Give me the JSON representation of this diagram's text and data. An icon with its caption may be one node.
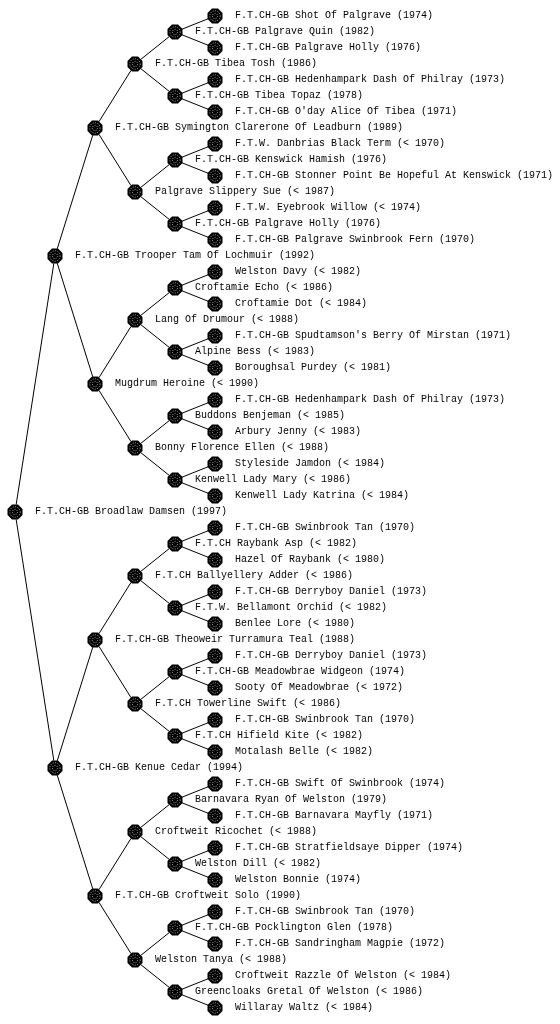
{
  "diagram": {
    "nodes": [
      {
        "text": [
          "F.T.CH-GB Shot Of Palgrave (1974)"
        ]
      },
      {
        "text": [
          "F.T.CH-GB Palgrave Quin (1982)"
        ]
      },
      {
        "text": [
          "F.T.CH-GB Palgrave Holly (1976)"
        ]
      },
      {
        "text": [
          "F.T.CH-GB Tibea Tosh (1986)"
        ]
      },
      {
        "text": [
          "F.T.CH-GB Hedenhampark Dash Of Philray (1973)"
        ]
      },
      {
        "text": [
          "F.T.CH-GB Tibea Topaz (1978)"
        ]
      },
      {
        "text": [
          "F.T.CH-GB O'day Alice Of Tibea (1971)"
        ]
      },
      {
        "text": [
          "F.T.CH-GB Symington Clarerone Of Leadburn (1989)"
        ]
      },
      {
        "text": [
          "F.T.W. Danbrias Black Term (< 1970)"
        ]
      },
      {
        "text": [
          "F.T.CH-GB Kenswick Hamish (1976)"
        ]
      },
      {
        "text": [
          "F.T.CH-GB Stonner Point Be Hopeful At Kenswick (1971)"
        ]
      },
      {
        "text": [
          "Palgrave Slippery Sue (< 1987)"
        ]
      },
      {
        "text": [
          "F.T.W. Eyebrook Willow (< 1974)"
        ]
      },
      {
        "text": [
          "F.T.CH-GB Palgrave Holly (1976)"
        ]
      },
      {
        "text": [
          "F.T.CH-GB Palgrave Swinbrook Fern (1970)"
        ]
      },
      {
        "text": [
          "F.T.CH-GB Trooper Tam Of Lochmuir (1992)"
        ]
      },
      {
        "text": [
          "Welston Davy (< 1982)"
        ]
      },
      {
        "text": [
          "Croftamie Echo (< 1986)"
        ]
      },
      {
        "text": [
          "Croftamie Dot (< 1984)"
        ]
      },
      {
        "text": [
          "Lang Of Drumour (< 1988)"
        ]
      },
      {
        "text": [
          "F.T.CH-GB Spudtamson's Berry Of Mirstan (1971)"
        ]
      },
      {
        "text": [
          "Alpine Bess (< 1983)"
        ]
      },
      {
        "text": [
          "Boroughsal Purdey (< 1981)"
        ]
      },
      {
        "text": [
          "Mugdrum Heroine (< 1990)"
        ]
      },
      {
        "text": [
          "F.T.CH-GB Hedenhampark Dash Of Philray (1973)"
        ]
      },
      {
        "text": [
          "Buddons Benjeman (< 1985)"
        ]
      },
      {
        "text": [
          "Arbury Jenny (< 1983)"
        ]
      },
      {
        "text": [
          "Bonny Florence Ellen (< 1988)"
        ]
      },
      {
        "text": [
          "Styleside Jamdon (< 1984)"
        ]
      },
      {
        "text": [
          "Kenwell Lady Mary (< 1986)"
        ]
      },
      {
        "text": [
          "Kenwell Lady Katrina (< 1984)"
        ]
      },
      {
        "text": [
          "F.T.CH-GB Broadlaw Damsen (1997)"
        ]
      },
      {
        "text": [
          "F.T.CH-GB Swinbrook Tan (1970)"
        ]
      },
      {
        "text": [
          "F.T.CH Raybank Asp (< 1982)"
        ]
      },
      {
        "text": [
          "Hazel Of Raybank (< 1980)"
        ]
      },
      {
        "text": [
          "F.T.CH Ballyellery Adder (< 1986)"
        ]
      },
      {
        "text": [
          "F.T.CH-GB Derryboy Daniel (1973)"
        ]
      },
      {
        "text": [
          "F.T.W. Bellamont Orchid (< 1982)"
        ]
      },
      {
        "text": [
          "Benlee Lore (< 1980)"
        ]
      },
      {
        "text": [
          "F.T.CH-GB Theoweir Turramura Teal (1988)"
        ]
      },
      {
        "text": [
          "F.T.CH-GB Derryboy Daniel (1973)"
        ]
      },
      {
        "text": [
          "F.T.CH-GB Meadowbrae Widgeon (1974)"
        ]
      },
      {
        "text": [
          "Sooty Of Meadowbrae (< 1972)"
        ]
      },
      {
        "text": [
          "F.T.CH Towerline Swift (< 1986)"
        ]
      },
      {
        "text": [
          "F.T.CH-GB Swinbrook Tan (1970)"
        ]
      },
      {
        "text": [
          "F.T.CH Hifield Kite (< 1982)"
        ]
      },
      {
        "text": [
          "Motalash Belle (< 1982)"
        ]
      },
      {
        "text": [
          "F.T.CH-GB Kenue Cedar (1994)"
        ]
      },
      {
        "text": [
          "F.T.CH-GB Swift Of Swinbrook (1974)"
        ]
      },
      {
        "text": [
          "Barnavara Ryan Of Welston (1979)"
        ]
      },
      {
        "text": [
          "F.T.CH-GB Barnavara Mayfly (1971)"
        ]
      },
      {
        "text": [
          "Croftweit Ricochet (< 1988)"
        ]
      },
      {
        "text": [
          "F.T.CH-GB Stratfieldsaye Dipper (1974)"
        ]
      },
      {
        "text": [
          "Welston Dill (< 1982)"
        ]
      },
      {
        "text": [
          "Welston Bonnie (1974)"
        ]
      },
      {
        "text": [
          "F.T.CH-GB Croftweit Solo (1990)"
        ]
      },
      {
        "text": [
          "F.T.CH-GB Swinbrook Tan (1970)"
        ]
      },
      {
        "text": [
          "F.T.CH-GB Pocklington Glen (1978)"
        ]
      },
      {
        "text": [
          "F.T.CH-GB Sandringham Magpie (1972)"
        ]
      },
      {
        "text": [
          "Welston Tanya (< 1988)"
        ]
      },
      {
        "text": [
          "Croftweit Razzle Of Welston (< 1984)"
        ]
      },
      {
        "text": [
          "Greencloaks Gretal Of Welston (< 1986)"
        ]
      },
      {
        "text": [
          "Willaray Waltz (< 1984)"
        ]
      }
    ],
    "edges": [
      {
        "from": 1,
        "to": 0,
        "arrow": "none"
      },
      {
        "from": 3,
        "to": 1,
        "arrow": "none"
      },
      {
        "from": 1,
        "to": 2,
        "arrow": "none"
      },
      {
        "from": 7,
        "to": 3,
        "arrow": "none"
      },
      {
        "from": 5,
        "to": 4,
        "arrow": "none"
      },
      {
        "from": 3,
        "to": 5,
        "arrow": "none"
      },
      {
        "from": 5,
        "to": 6,
        "arrow": "none"
      },
      {
        "from": 15,
        "to": 7,
        "arrow": "none"
      },
      {
        "from": 9,
        "to": 8,
        "arrow": "none"
      },
      {
        "from": 11,
        "to": 9,
        "arrow": "none"
      },
      {
        "from": 9,
        "to": 10,
        "arrow": "none"
      },
      {
        "from": 7,
        "to": 11,
        "arrow": "none"
      },
      {
        "from": 13,
        "to": 12,
        "arrow": "none"
      },
      {
        "from": 11,
        "to": 13,
        "arrow": "none"
      },
      {
        "from": 13,
        "to": 14,
        "arrow": "none"
      },
      {
        "from": 31,
        "to": 15,
        "arrow": "none"
      },
      {
        "from": 17,
        "to": 16,
        "arrow": "none"
      },
      {
        "from": 19,
        "to": 17,
        "arrow": "none"
      },
      {
        "from": 17,
        "to": 18,
        "arrow": "none"
      },
      {
        "from": 23,
        "to": 19,
        "arrow": "none"
      },
      {
        "from": 21,
        "to": 20,
        "arrow": "none"
      },
      {
        "from": 19,
        "to": 21,
        "arrow": "none"
      },
      {
        "from": 21,
        "to": 22,
        "arrow": "none"
      },
      {
        "from": 15,
        "to": 23,
        "arrow": "none"
      },
      {
        "from": 25,
        "to": 24,
        "arrow": "none"
      },
      {
        "from": 27,
        "to": 25,
        "arrow": "none"
      },
      {
        "from": 25,
        "to": 26,
        "arrow": "none"
      },
      {
        "from": 23,
        "to": 27,
        "arrow": "none"
      },
      {
        "from": 29,
        "to": 28,
        "arrow": "none"
      },
      {
        "from": 27,
        "to": 29,
        "arrow": "none"
      },
      {
        "from": 29,
        "to": 30,
        "arrow": "none"
      },
      {
        "from": 33,
        "to": 32,
        "arrow": "none"
      },
      {
        "from": 35,
        "to": 33,
        "arrow": "none"
      },
      {
        "from": 33,
        "to": 34,
        "arrow": "none"
      },
      {
        "from": 39,
        "to": 35,
        "arrow": "none"
      },
      {
        "from": 37,
        "to": 36,
        "arrow": "none"
      },
      {
        "from": 35,
        "to": 37,
        "arrow": "none"
      },
      {
        "from": 37,
        "to": 38,
        "arrow": "none"
      },
      {
        "from": 47,
        "to": 39,
        "arrow": "none"
      },
      {
        "from": 41,
        "to": 40,
        "arrow": "none"
      },
      {
        "from": 43,
        "to": 41,
        "arrow": "none"
      },
      {
        "from": 41,
        "to": 42,
        "arrow": "none"
      },
      {
        "from": 39,
        "to": 43,
        "arrow": "none"
      },
      {
        "from": 45,
        "to": 44,
        "arrow": "none"
      },
      {
        "from": 43,
        "to": 45,
        "arrow": "none"
      },
      {
        "from": 45,
        "to": 46,
        "arrow": "none"
      },
      {
        "from": 31,
        "to": 47,
        "arrow": "none"
      },
      {
        "from": 49,
        "to": 48,
        "arrow": "none"
      },
      {
        "from": 51,
        "to": 49,
        "arrow": "none"
      },
      {
        "from": 49,
        "to": 50,
        "arrow": "none"
      },
      {
        "from": 55,
        "to": 51,
        "arrow": "none"
      },
      {
        "from": 53,
        "to": 52,
        "arrow": "none"
      },
      {
        "from": 51,
        "to": 53,
        "arrow": "none"
      },
      {
        "from": 53,
        "to": 54,
        "arrow": "none"
      },
      {
        "from": 47,
        "to": 55,
        "arrow": "none"
      },
      {
        "from": 57,
        "to": 56,
        "arrow": "none"
      },
      {
        "from": 59,
        "to": 57,
        "arrow": "none"
      },
      {
        "from": 57,
        "to": 58,
        "arrow": "none"
      },
      {
        "from": 55,
        "to": 59,
        "arrow": "none"
      },
      {
        "from": 61,
        "to": 60,
        "arrow": "none"
      },
      {
        "from": 59,
        "to": 61,
        "arrow": "none"
      },
      {
        "from": 61,
        "to": 62,
        "arrow": "none"
      }
    ]
  }
}
